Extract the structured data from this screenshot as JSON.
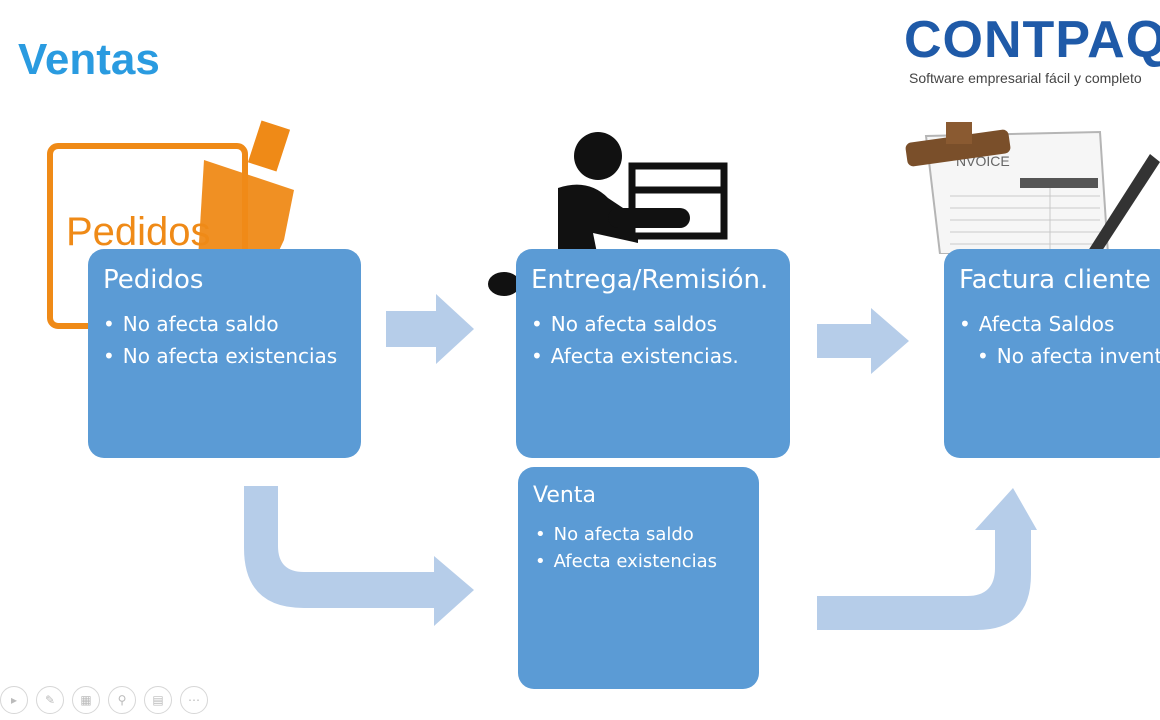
{
  "slide": {
    "title": "Ventas"
  },
  "logo": {
    "word": "CONTPAQ",
    "tagline": "Software empresarial fácil y completo"
  },
  "illustrations": {
    "pedidos_note": "Pedidos",
    "invoice_heading": "NVOICE"
  },
  "nodes": {
    "pedidos": {
      "title": "Pedidos",
      "bullets": [
        "No afecta saldo",
        "No afecta existencias"
      ]
    },
    "entrega": {
      "title": "Entrega/Remisión.",
      "bullets": [
        "No afecta saldos",
        "Afecta existencias."
      ]
    },
    "venta": {
      "title": "Venta",
      "bullets": [
        "No afecta saldo",
        "Afecta existencias"
      ]
    },
    "factura": {
      "title": "Factura cliente",
      "bullets": [
        "Afecta Saldos",
        "No afecta inventario"
      ]
    }
  },
  "colors": {
    "title": "#2a9be0",
    "box": "#5b9bd5",
    "arrow": "#b6cde9",
    "logo": "#1f5aa8"
  },
  "toolbar": {
    "icons": [
      "next-icon",
      "pen-icon",
      "slides-icon",
      "zoom-icon",
      "subtitles-icon",
      "more-icon"
    ]
  }
}
